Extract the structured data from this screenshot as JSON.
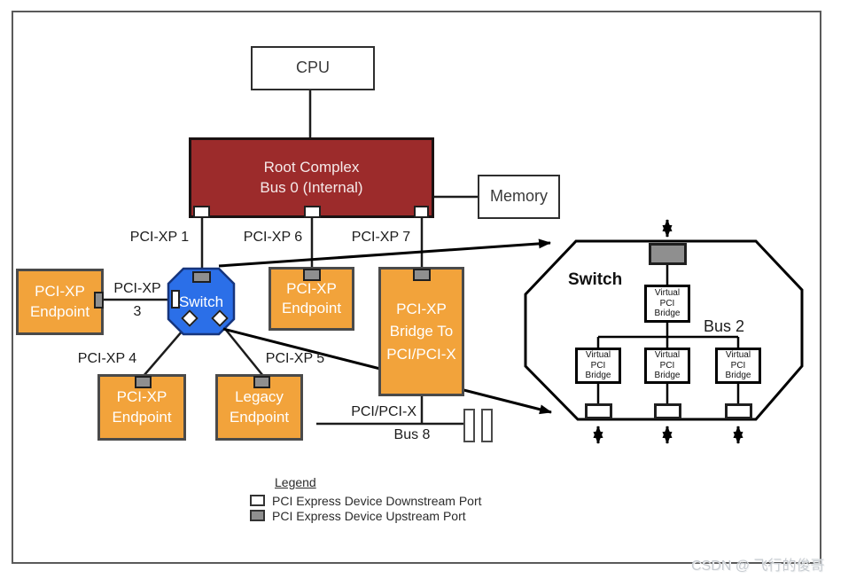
{
  "colors": {
    "root_complex": "#9C2B2B",
    "endpoint_orange": "#F2A33B",
    "switch_blue": "#2B6FE8",
    "upstream_port_gray": "#8F8F8F",
    "downstream_port_white": "#FFFFFF"
  },
  "labels": {
    "cpu": "CPU",
    "memory": "Memory",
    "root_complex_1": "Root Complex",
    "root_complex_2": "Bus 0 (Internal)",
    "pci_xp_1": "PCI-XP 1",
    "pci_xp_6": "PCI-XP 6",
    "pci_xp_7": "PCI-XP 7",
    "pci_xp_3_a": "PCI-XP",
    "pci_xp_3_b": "3",
    "pci_xp_4": "PCI-XP 4",
    "pci_xp_5": "PCI-XP 5",
    "switch_main": "Switch",
    "switch_detail": "Switch",
    "endpoint_line1": "PCI-XP",
    "endpoint_line2": "Endpoint",
    "legacy_line1": "Legacy",
    "legacy_line2": "Endpoint",
    "bridge_line1": "PCI-XP",
    "bridge_line2": "Bridge To",
    "bridge_line3": "PCI/PCI-X",
    "pci_bus_label": "PCI/PCI-X",
    "bus8": "Bus 8",
    "bus2": "Bus 2",
    "virtual_bridge": "Virtual PCI Bridge"
  },
  "legend": {
    "title": "Legend",
    "items": [
      {
        "swatch": "downstream-port",
        "label": "PCI Express Device Downstream Port"
      },
      {
        "swatch": "upstream-port",
        "label": "PCI Express Device Upstream Port"
      }
    ]
  },
  "watermark": "CSDN @ 飞行的俊哥"
}
